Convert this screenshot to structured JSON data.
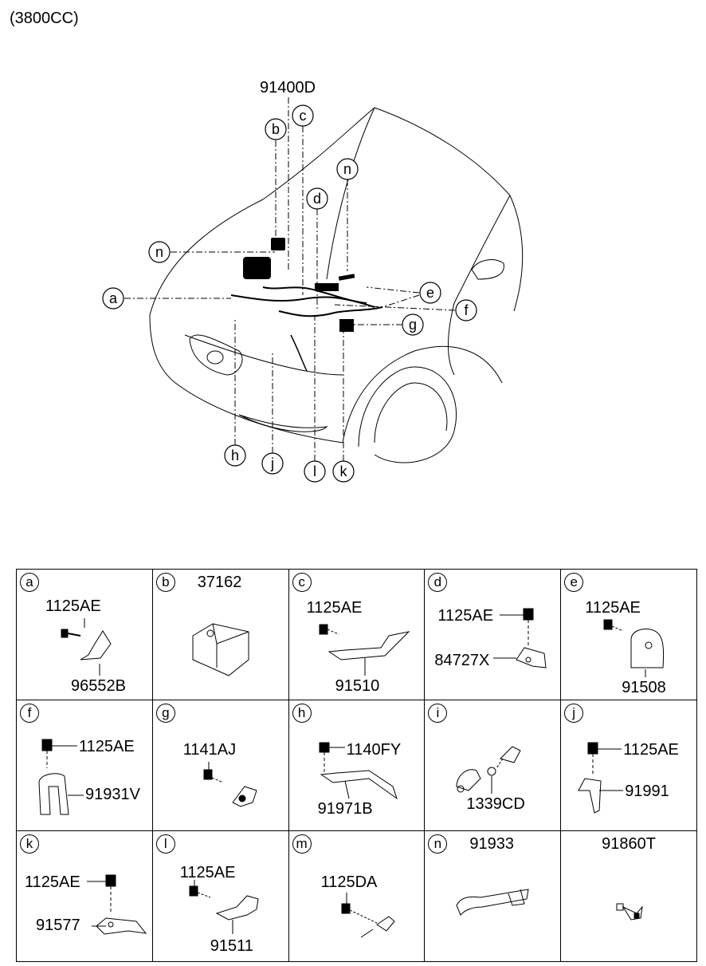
{
  "engine": "(3800CC)",
  "main_part": "91400D",
  "callouts": [
    "a",
    "b",
    "c",
    "d",
    "e",
    "f",
    "g",
    "h",
    "j",
    "k",
    "l",
    "n"
  ],
  "cells": [
    {
      "letter": "a",
      "header": "",
      "parts": [
        "1125AE",
        "96552B"
      ]
    },
    {
      "letter": "b",
      "header": "37162",
      "parts": []
    },
    {
      "letter": "c",
      "header": "",
      "parts": [
        "1125AE",
        "91510"
      ]
    },
    {
      "letter": "d",
      "header": "",
      "parts": [
        "1125AE",
        "84727X"
      ]
    },
    {
      "letter": "e",
      "header": "",
      "parts": [
        "1125AE",
        "91508"
      ]
    },
    {
      "letter": "f",
      "header": "",
      "parts": [
        "1125AE",
        "91931V"
      ]
    },
    {
      "letter": "g",
      "header": "",
      "parts": [
        "1141AJ"
      ]
    },
    {
      "letter": "h",
      "header": "",
      "parts": [
        "1140FY",
        "91971B"
      ]
    },
    {
      "letter": "i",
      "header": "",
      "parts": [
        "1339CD"
      ]
    },
    {
      "letter": "j",
      "header": "",
      "parts": [
        "1125AE",
        "91991"
      ]
    },
    {
      "letter": "k",
      "header": "",
      "parts": [
        "1125AE",
        "91577"
      ]
    },
    {
      "letter": "l",
      "header": "",
      "parts": [
        "1125AE",
        "91511"
      ]
    },
    {
      "letter": "m",
      "header": "",
      "parts": [
        "1125DA"
      ]
    },
    {
      "letter": "n",
      "header": "91933",
      "parts": []
    },
    {
      "letter": "",
      "header": "91860T",
      "parts": []
    }
  ]
}
